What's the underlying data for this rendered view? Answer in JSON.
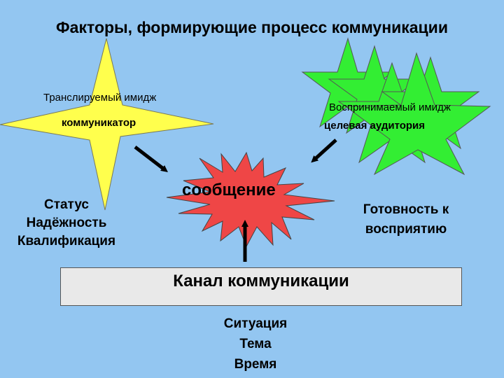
{
  "title": "Факторы, формирующие процесс коммуникации",
  "communicator": {
    "image_label": "Транслируемый имидж",
    "label": "коммуникатор",
    "color": "#ffff4d",
    "attributes": [
      "Статус",
      "Надёжность",
      "Квалификация"
    ]
  },
  "audience": {
    "image_label": "Воспринимаемый имидж",
    "label": "целевая аудитория",
    "color": "#33ee33",
    "attributes": [
      "Готовность к",
      "восприятию"
    ]
  },
  "message": {
    "label": "сообщение",
    "color": "#ef4646"
  },
  "channel": {
    "label": "Канал коммуникации",
    "factors": [
      "Ситуация",
      "Тема",
      "Время"
    ]
  }
}
